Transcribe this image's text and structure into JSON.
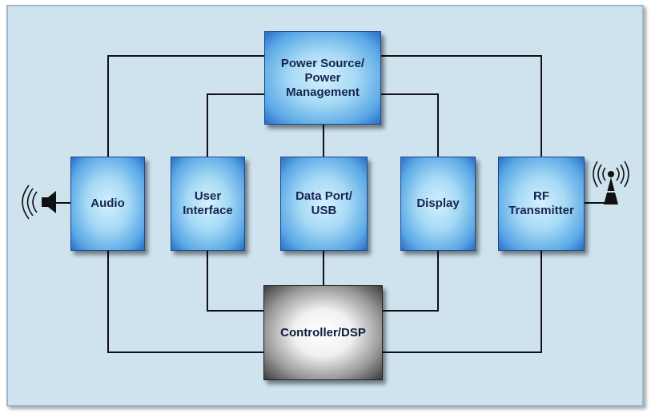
{
  "diagram": {
    "blocks": {
      "power": "Power Source/\nPower\nManagement",
      "audio": "Audio",
      "user_interface": "User\nInterface",
      "data_port": "Data Port/\nUSB",
      "display": "Display",
      "rf": "RF\nTransmitter",
      "controller": "Controller/DSP"
    },
    "icons": {
      "left": "speaker-icon",
      "right": "antenna-icon"
    },
    "colors": {
      "background": "#cfe3ef",
      "block_blue": "#5aa8e6",
      "controller_gray": "#9a9a9a",
      "wire": "#111111"
    }
  }
}
